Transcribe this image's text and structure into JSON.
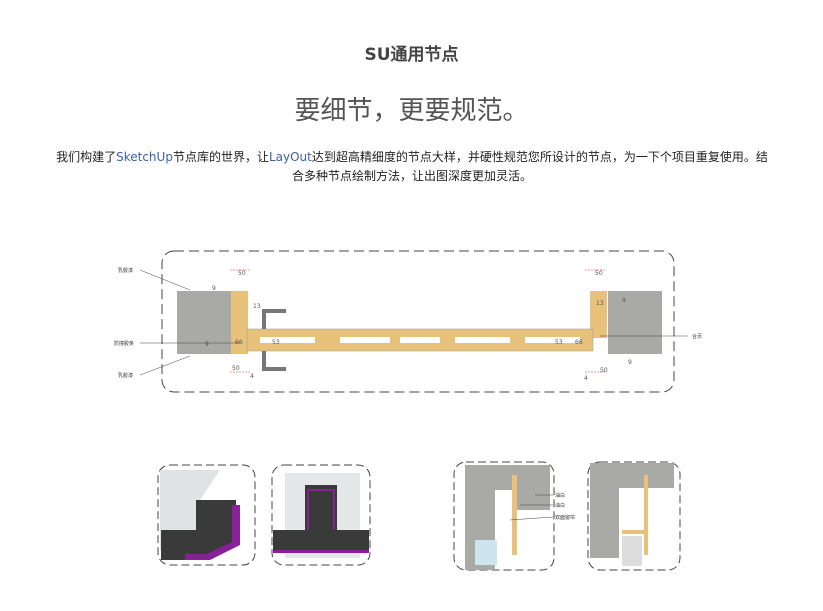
{
  "header": {
    "title": "SU通用节点",
    "subtitle": "要细节，更要规范。"
  },
  "intro": {
    "p1": "我们构建了",
    "sketchup": "SketchUp",
    "p2": "节点库的世界，让",
    "layout": "LayOut",
    "p3": "达到超高精细度的节点大样，并硬性规范您所设计的节点，为一下个项目重复使用。结合多种节点绘制方法，让出图深度更加灵活。"
  },
  "main_diagram": {
    "labels": [
      "乳胶漆",
      "防撞胶条",
      "乳胶漆",
      "合页"
    ],
    "dims": [
      "50",
      "9",
      "13",
      "9",
      "66",
      "53",
      "53",
      "66",
      "50",
      "4",
      "50",
      "13",
      "9",
      "9",
      "50",
      "4"
    ]
  },
  "thumb_labels": {
    "t4": [
      "油白",
      "油白",
      "双面窗帘"
    ]
  },
  "colors": {
    "accent": "#3d62a8",
    "wood": "#e8c27a",
    "concrete": "#a9a9a6",
    "membrane": "#8a1f9a",
    "dim": "#e53935"
  }
}
